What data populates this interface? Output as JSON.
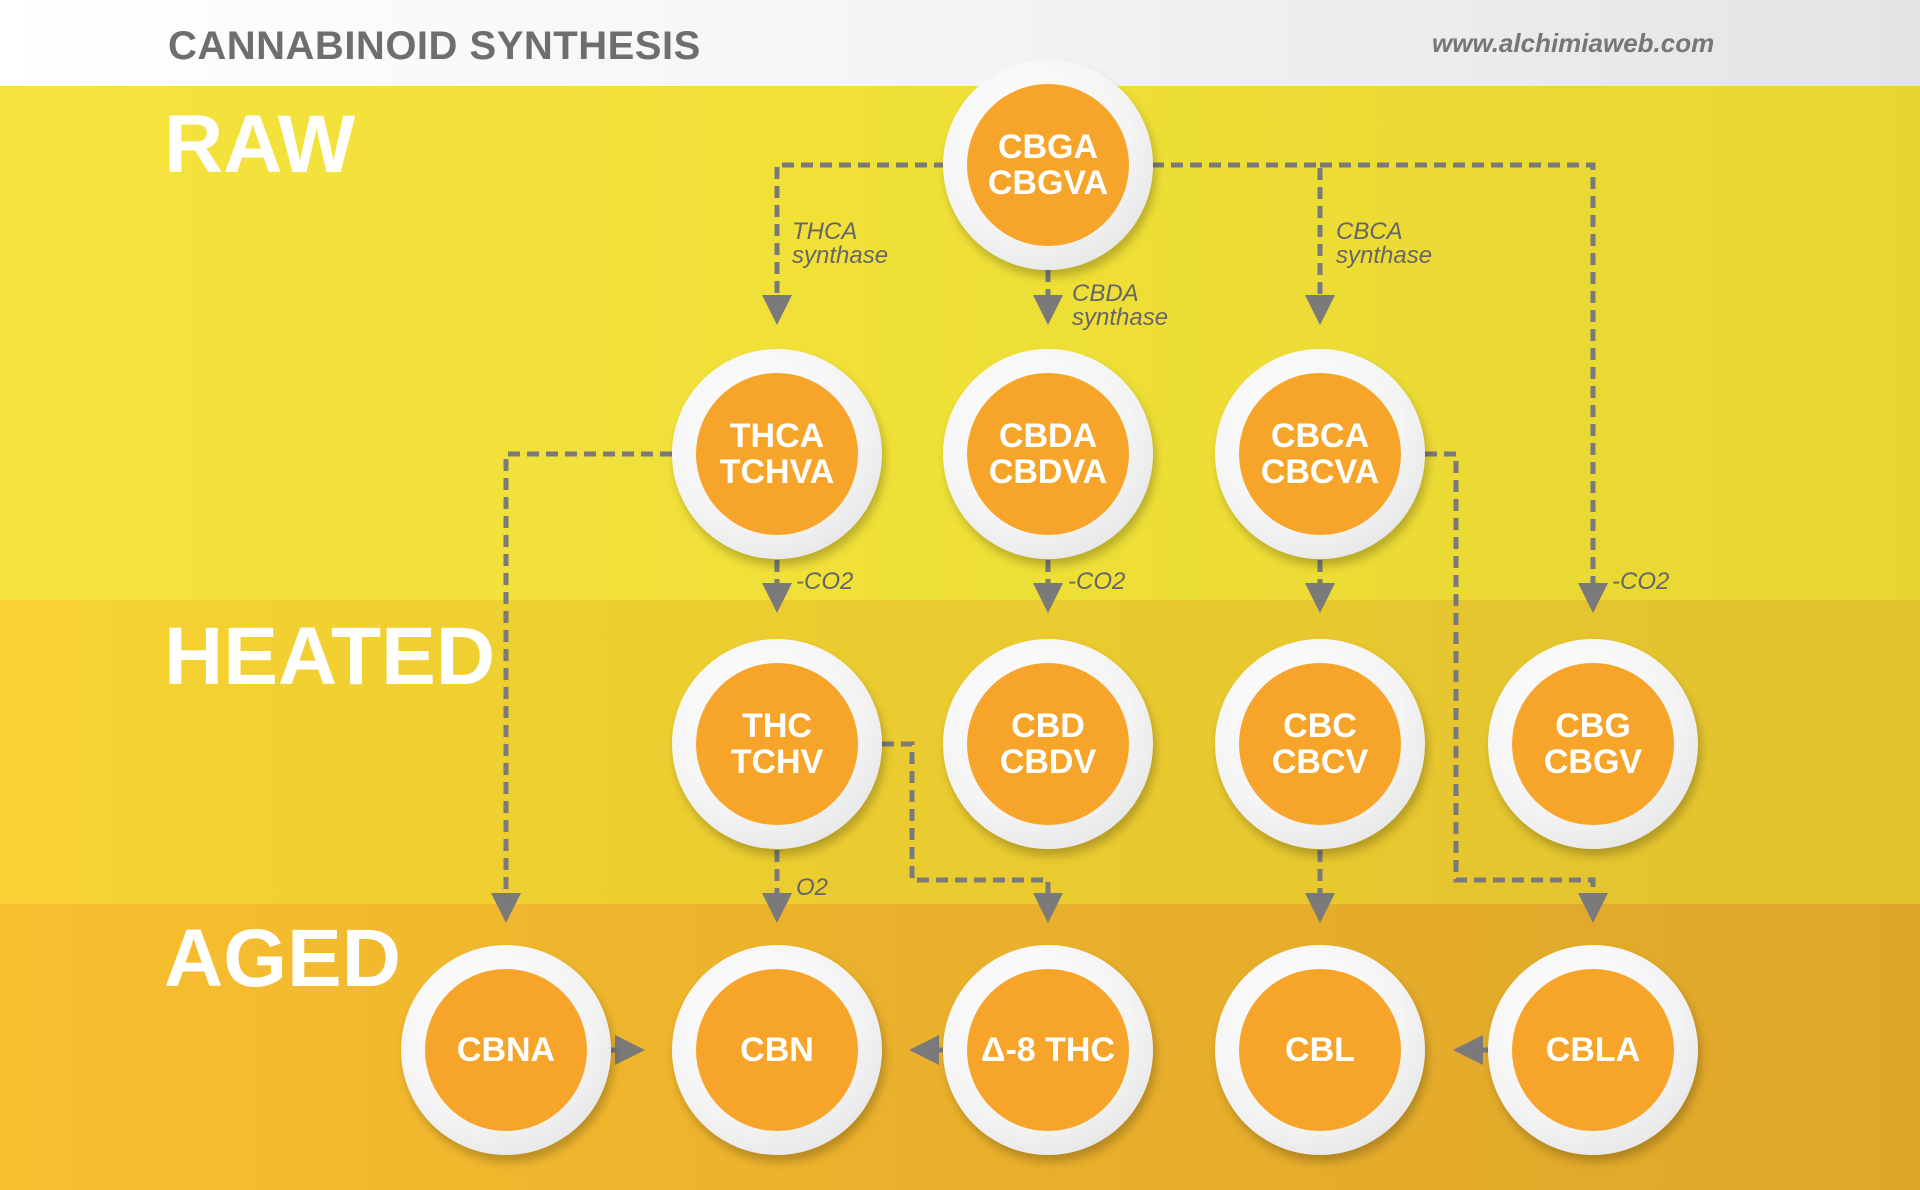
{
  "header": {
    "title": "CANNABINOID SYNTHESIS",
    "url": "www.alchimiaweb.com"
  },
  "bands": {
    "raw": "RAW",
    "heated": "HEATED",
    "aged": "AGED"
  },
  "nodes": {
    "cbga": [
      "CBGA",
      "CBGVA"
    ],
    "thca": [
      "THCA",
      "TCHVA"
    ],
    "cbda": [
      "CBDA",
      "CBDVA"
    ],
    "cbca": [
      "CBCA",
      "CBCVA"
    ],
    "thc": [
      "THC",
      "TCHV"
    ],
    "cbd": [
      "CBD",
      "CBDV"
    ],
    "cbc": [
      "CBC",
      "CBCV"
    ],
    "cbg": [
      "CBG",
      "CBGV"
    ],
    "cbna": [
      "CBNA"
    ],
    "cbn": [
      "CBN"
    ],
    "d8thc": [
      "Δ-8 THC"
    ],
    "cbl": [
      "CBL"
    ],
    "cbla": [
      "CBLA"
    ]
  },
  "edge_labels": {
    "thca_synthase": "THCA\nsynthase",
    "cbda_synthase": "CBDA\nsynthase",
    "cbca_synthase": "CBCA\nsynthase",
    "co2_thc": "-CO2",
    "co2_cbd": "-CO2",
    "co2_cbg": "-CO2",
    "o2_cbn": "O2"
  },
  "colors": {
    "node_fill": "#f7a42a",
    "connector": "#7a7a7a",
    "band_text": "#ffffff"
  }
}
